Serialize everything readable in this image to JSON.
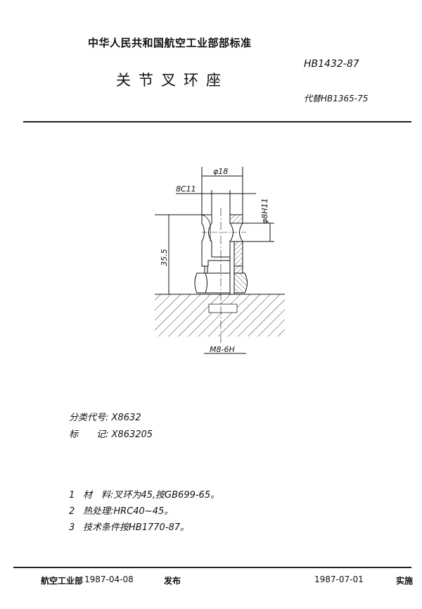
{
  "header": {
    "organization": "中华人民共和国航空工业部部标准",
    "title": "关节叉环座",
    "standard_code": "HB1432-87",
    "replaces": "代替HB1365-75"
  },
  "drawing": {
    "dim_outer_diameter": "φ18",
    "dim_slot_width": "8C11",
    "dim_bore": "φ8H11",
    "dim_height": "35.5",
    "dim_thread": "M8-6H"
  },
  "classification": {
    "code_label": "分类代号:",
    "code_value": "X8632",
    "mark_label": "标　　记:",
    "mark_value": "X863205"
  },
  "notes": [
    {
      "num": "1",
      "text": "材　料:叉环为45,按GB699-65。"
    },
    {
      "num": "2",
      "text": "热处理:HRC40~45。"
    },
    {
      "num": "3",
      "text": "技术条件按HB1770-87。"
    }
  ],
  "footer": {
    "issuer": "航空工业部",
    "issue_date": "1987-04-08",
    "issue_label": "发布",
    "effective_date": "1987-07-01",
    "effective_label": "实施"
  }
}
